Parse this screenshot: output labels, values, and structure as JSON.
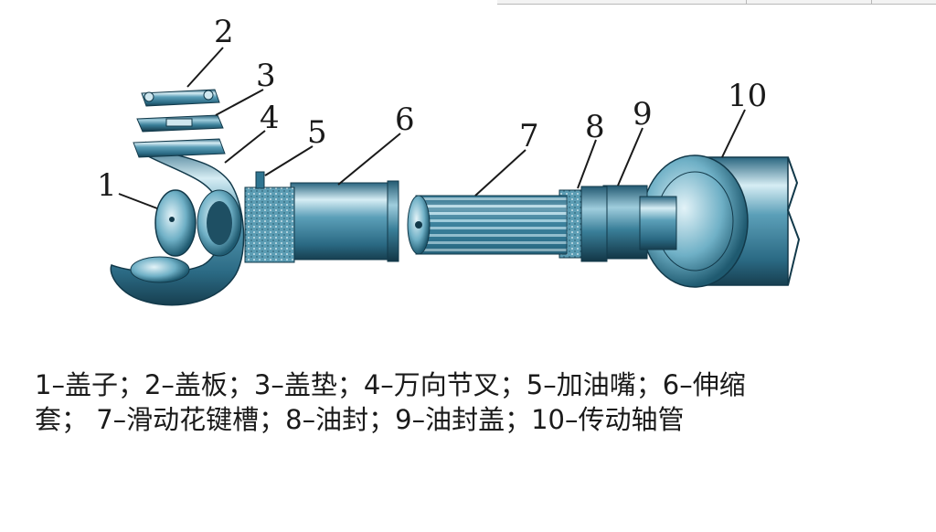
{
  "labels": [
    "1",
    "2",
    "3",
    "4",
    "5",
    "6",
    "7",
    "8",
    "9",
    "10"
  ],
  "caption": {
    "line1": "1–盖子；2–盖板；3–盖垫；4–万向节叉；5–加油嘴；6–伸缩",
    "line2": "套；  7–滑动花键槽；8–油封；9–油封盖；10–传动轴管"
  },
  "colors": {
    "metal_dark": "#1e4f63",
    "metal_mid": "#3f8aa6",
    "metal_light": "#cfe7ef",
    "ink": "#1a1a1a"
  }
}
